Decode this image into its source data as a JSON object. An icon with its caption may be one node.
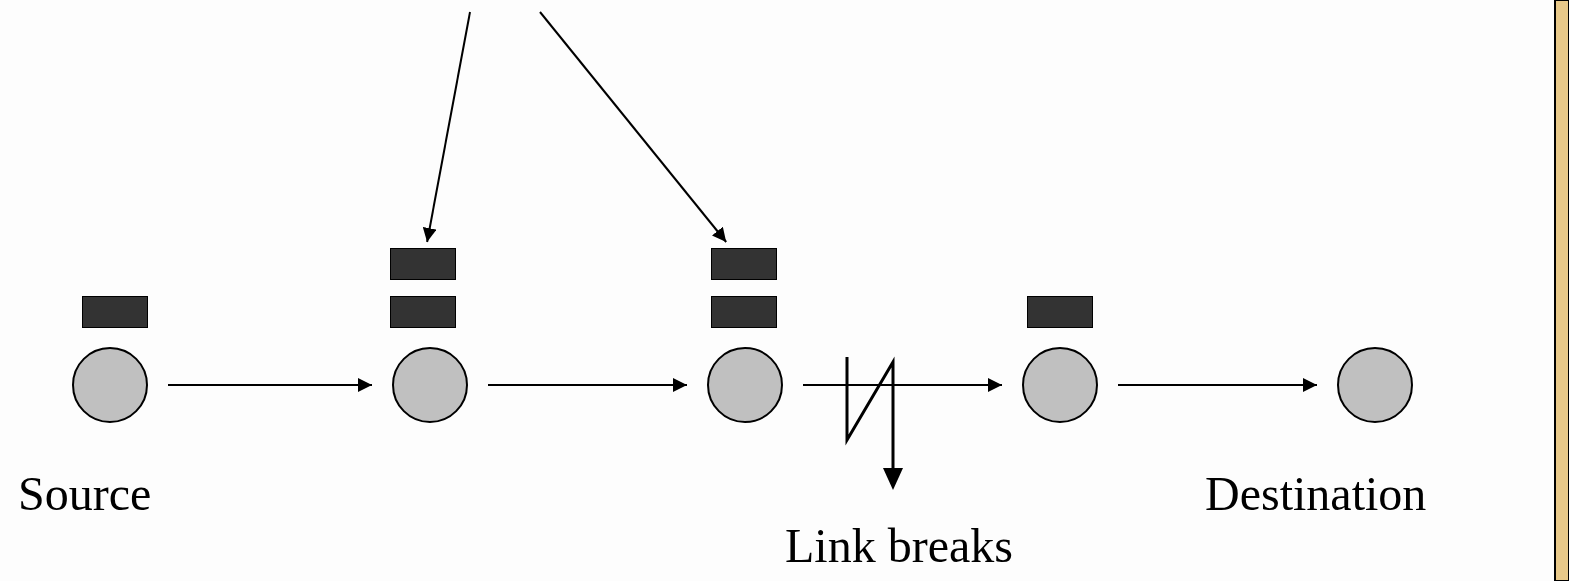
{
  "diagram": {
    "nodes": [
      {
        "text": [],
        "shape": "circle",
        "beside": [
          "Source"
        ]
      },
      {
        "text": [],
        "shape": "circle"
      },
      {
        "text": [],
        "shape": "circle"
      },
      {
        "text": [],
        "shape": "circle"
      },
      {
        "text": [],
        "shape": "circle",
        "beside": [
          "Destination"
        ]
      },
      {
        "text": [],
        "shape": "box"
      },
      {
        "text": [],
        "shape": "box"
      },
      {
        "text": [],
        "shape": "box"
      },
      {
        "text": [],
        "shape": "box"
      },
      {
        "text": [],
        "shape": "box"
      },
      {
        "text": [],
        "shape": "box"
      }
    ],
    "edges": [
      {
        "from": 0,
        "to": 1,
        "arrow": "to"
      },
      {
        "from": 1,
        "to": 2,
        "arrow": "to"
      },
      {
        "from": 2,
        "to": 3,
        "arrow": "to"
      },
      {
        "from": 3,
        "to": 4,
        "arrow": "to"
      },
      {
        "from": null,
        "to": 6,
        "arrow": "to"
      },
      {
        "from": null,
        "to": 8,
        "arrow": "to"
      }
    ],
    "labels": [
      "Link breaks"
    ]
  }
}
